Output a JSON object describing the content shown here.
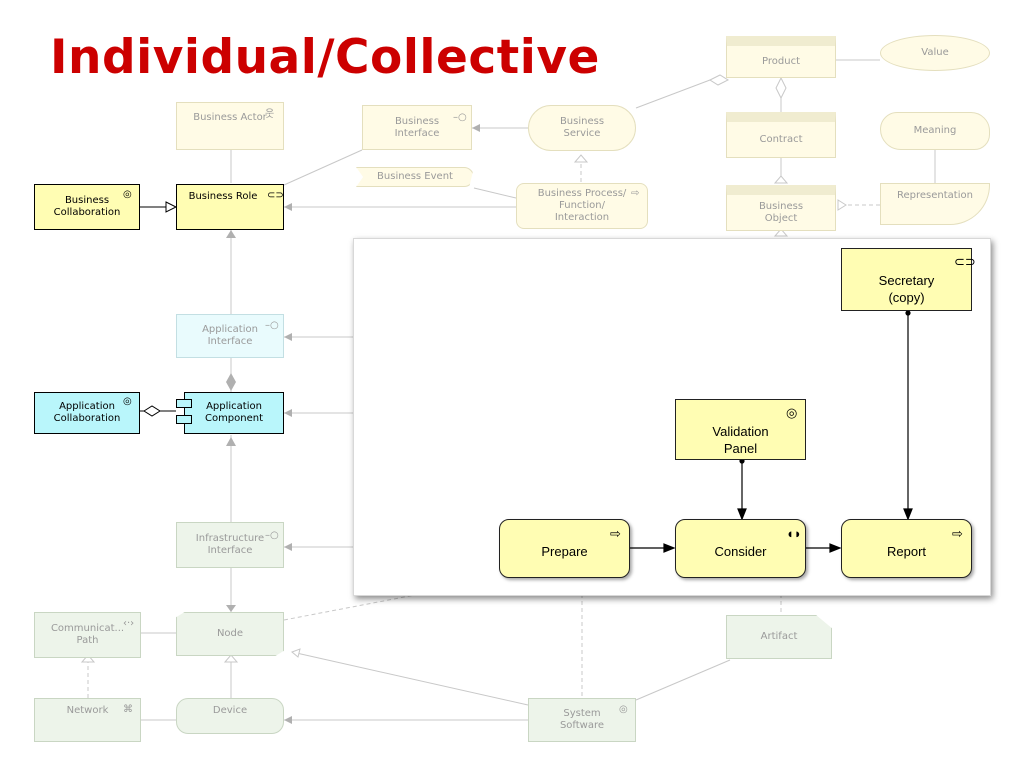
{
  "title": "Individual/Collective",
  "background": {
    "business_actor": "Business Actor",
    "business_interface": "Business\nInterface",
    "business_service": "Business\nService",
    "product": "Product",
    "value": "Value",
    "contract": "Contract",
    "meaning": "Meaning",
    "business_event": "Business Event",
    "business_process": "Business Process/\nFunction/\nInteraction",
    "business_object": "Business\nObject",
    "representation": "Representation",
    "business_collaboration": "Business\nCollaboration",
    "business_role": "Business Role",
    "application_interface": "Application\nInterface",
    "application_collaboration": "Application\nCollaboration",
    "application_component": "Application\nComponent",
    "infrastructure_interface": "Infrastructure\nInterface",
    "communication_path": "Communicat...\nPath",
    "node": "Node",
    "artifact": "Artifact",
    "network": "Network",
    "device": "Device",
    "system_software": "System\nSoftware"
  },
  "panel": {
    "secretary": "Secretary\n(copy)",
    "validation_panel": "Validation\nPanel",
    "prepare": "Prepare",
    "consider": "Consider",
    "report": "Report"
  },
  "colors": {
    "title": "#cc0000",
    "business": "#fffdb3",
    "application": "#b9f6fb",
    "technology": "#edf4ea"
  },
  "icons": [
    "actor-icon",
    "interface-icon",
    "role-icon",
    "collaboration-icon",
    "process-icon",
    "interaction-icon",
    "node-icon",
    "network-icon",
    "system-software-icon",
    "communication-path-icon"
  ]
}
